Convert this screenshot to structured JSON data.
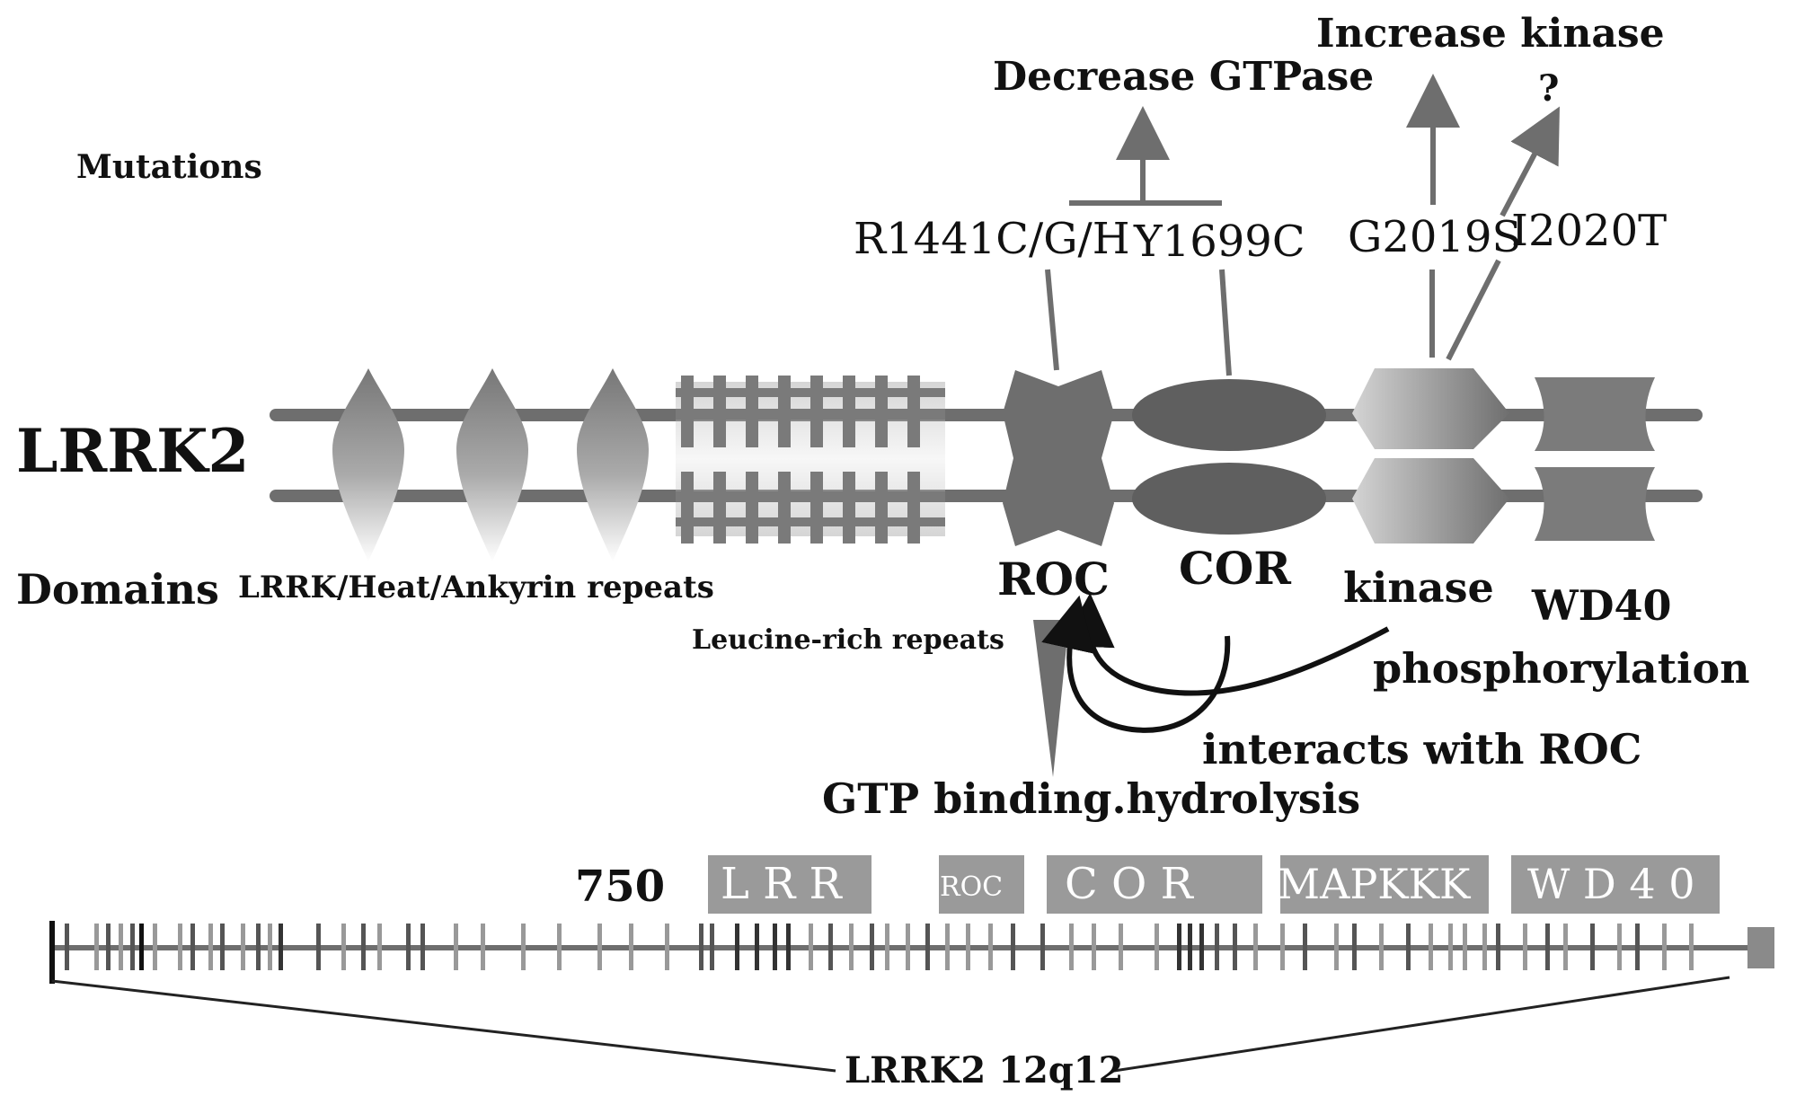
{
  "labels": {
    "mutations": "Mutations",
    "protein": "LRRK2",
    "domains": "Domains",
    "lrrk_repeats": "LRRK/Heat/Ankyrin repeats",
    "leucine_repeats": "Leucine-rich repeats",
    "roc": "ROC",
    "cor": "COR",
    "kinase": "kinase",
    "wd40": "WD40",
    "gtp_binding": "GTP binding.hydrolysis",
    "phosphorylation": "phosphorylation",
    "interacts": "interacts with ROC",
    "gene": "LRRK2 12q12",
    "exon_start": "750"
  },
  "mutations": {
    "r1441": "R1441C/G/H",
    "y1699": "Y1699C",
    "g2019": "G2019S",
    "i2020": "I2020T"
  },
  "effects": {
    "decrease_gtpase": "Decrease GTPase",
    "increase_kinase": "Increase kinase",
    "unknown": "?"
  },
  "gene_boxes": {
    "lrr": "L R R",
    "roc": "ROC",
    "cor": "C  O  R",
    "mapkkk": "MAPKKK",
    "wd40": "W D 4 0"
  },
  "colors": {
    "line": "#6e6e6e",
    "domain_dark": "#6a6a6a",
    "box": "#9a9a9a"
  }
}
